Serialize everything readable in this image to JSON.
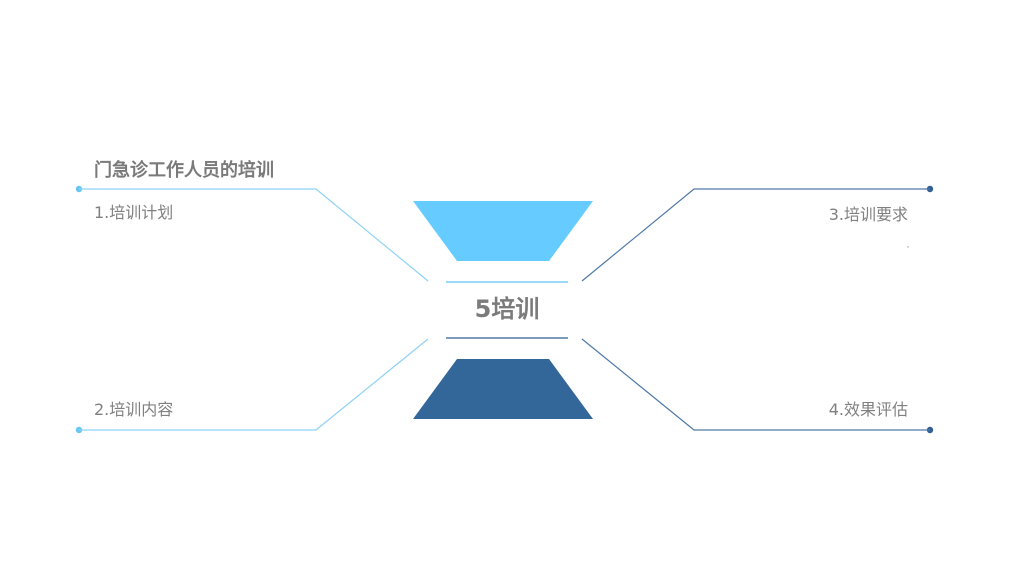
{
  "heading": "门急诊工作人员的培训",
  "center_title": "5培训",
  "items": [
    {
      "label": "1.培训计划"
    },
    {
      "label": "2.培训内容"
    },
    {
      "label": "3.培训要求"
    },
    {
      "label": "4.效果评估"
    }
  ],
  "colors": {
    "light_accent": "#66CCFF",
    "dark_accent": "#336699",
    "text": "#808080",
    "line_light": "#6DC3F0",
    "line_dark": "#3E6FA3"
  }
}
